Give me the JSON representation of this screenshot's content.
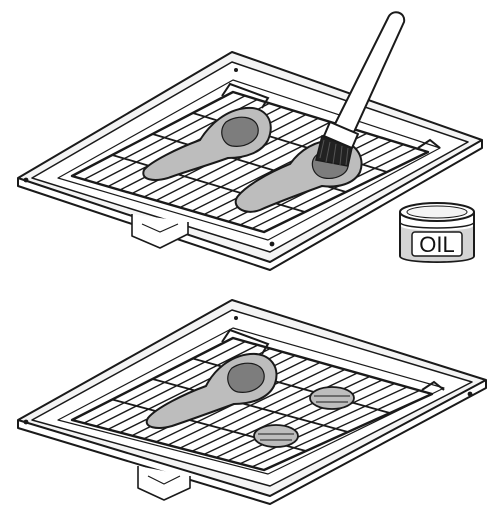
{
  "jar": {
    "label": "OIL"
  },
  "colors": {
    "line": "#1a1a1a",
    "tray_fill": "#f4f4f4",
    "tray_inner": "#ffffff",
    "meat_outer": "#bdbdbd",
    "meat_inner": "#7d7d7d",
    "oil": "#d4d4d4",
    "brush_bristle": "#222222"
  },
  "icons": {
    "top_panel": "brushing-meat-on-grill-rack",
    "bottom_panel": "meat-on-grill-rack-with-slices"
  }
}
